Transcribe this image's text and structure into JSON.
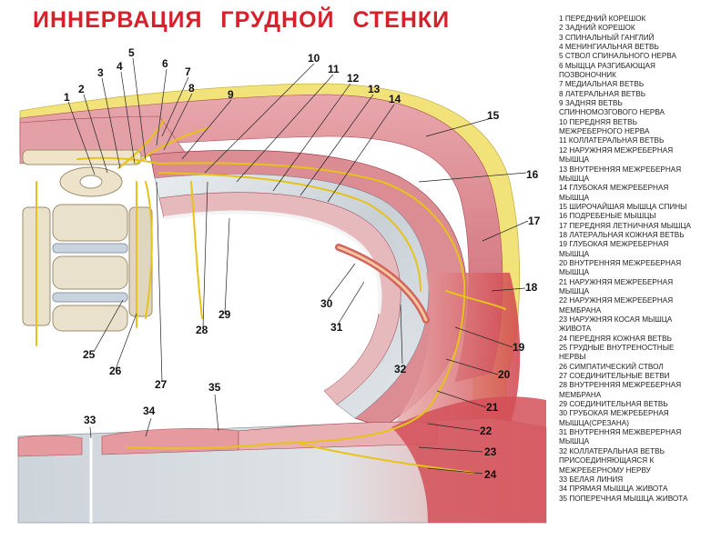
{
  "title": "ИННЕРВАЦИЯ   ГРУДНОЙ  СТЕНКИ",
  "legend": [
    "1 ПЕРЕДНИЙ КОРЕШОК",
    "2 ЗАДНИЙ КОРЕШОК",
    "3 СПИНАЛЬНЫЙ ГАНГЛИЙ",
    "4 МЕНИНГИАЛЬНАЯ ВЕТВЬ",
    "5 СТВОЛ СПИНАЛЬНОГО НЕРВА",
    "6 МЫЩЦА РАЗГИБАЮЩАЯ",
    "ПОЗВОНОЧНИК",
    "7 МЕДИАЛЬНАЯ ВЕТВЬ",
    "8 ЛАТЕРАЛЬНАЯ ВЕТВЬ",
    "9 ЗАДНЯЯ ВЕТВЬ",
    "СПИННОМОЗГОВОГО НЕРВА",
    "10 ПЕРЕДНЯЯ ВЕТВЬ",
    "МЕЖРЕБЕРНОГО НЕРВА",
    "11 КОЛЛАТЕРАЛЬНАЯ ВЕТВЬ",
    "12 НАРУЖНЯЯ МЕЖРЕБЕРНАЯ",
    "МЫШЦА",
    "13 ВНУТРЕННЯЯ МЕЖРЕБЕРНАЯ",
    "МЫШЦА",
    "14 ГЛУБОКАЯ МЕЖРЕБЕРНАЯ",
    "МЫШЦА",
    "15 ШИРОЧАЙШАЯ МЫШЦА СПИНЫ",
    "16 ПОДРЕБЕНЫЕ МЫШЦЫ",
    "17 ПЕРЕДНЯЯ ЛЕТНИЧНАЯ МЫШЦА",
    "18 ЛАТЕРАЛЬНАЯ КОЖНАЯ ВЕТВЬ",
    "19 ГЛУБОКАЯ МЕЖРЕБЕРНАЯ",
    "МЫШЦА",
    "20 ВНУТРЕННЯЯ МЕЖРЕБЕРНАЯ",
    "МЫШЦА",
    "21 НАРУЖНЯЯ МЕЖРЕБЕРНАЯ",
    "МЫШЦА",
    "22 НАРУЖНЯЯ МЕЖРЕБЕРНАЯ",
    "МЕМБРАНА",
    "23 НАРУЖНЯЯ КОСАЯ МЫШЦА",
    "ЖИВОТА",
    "24 ПЕРЕДНЯЯ КОЖНАЯ ВЕТВЬ",
    "25 ГРУДНЫЕ ВНУТРЕНОСТНЫЕ",
    "НЕРВЫ",
    "26 СИМПАТИЧЕСКИЙ СТВОЛ",
    "27 СОЕДИНИТЕЛЬНЫЕ ВЕТВИ",
    "28 ВНУТРЕННЯЯ МЕЖРЕБЕРНАЯ",
    "МЕМБРАНА",
    "29 СОЕДИНИТЕЛЬНАЯ ВЕТВЬ",
    "30 ГРУБОКАЯ МЕЖРЕБЕРНАЯ",
    "МЫШЦА(СРЕЗАНА)",
    "31 ВНУТРЕННЯЯ МЕЖВЕРЕРНАЯ",
    "МЫШЦА",
    "32 КОЛЛАТЕРАЛЬНАЯ ВЕТВЬ",
    "ПРИСОЕДИНЯЮЩАЯСЯ К",
    "МЕЖРЕБЕРНОМУ НЕРВУ",
    "33 БЕЛАЯ ЛИНИЯ",
    "34 ПРЯМАЯ МЫШЦА ЖИВОТА",
    "35 ПОПЕРЕЧНАЯ МЫШЦА ЖИВОТА"
  ],
  "callouts": [
    "1",
    "2",
    "3",
    "4",
    "5",
    "6",
    "7",
    "8",
    "9",
    "10",
    "11",
    "12",
    "13",
    "14",
    "15",
    "16",
    "17",
    "18",
    "19",
    "20",
    "21",
    "22",
    "23",
    "24",
    "25",
    "26",
    "27",
    "28",
    "29",
    "30",
    "31",
    "32",
    "33",
    "34",
    "35"
  ],
  "colors": {
    "title": "#d8202a",
    "fat": "#f2e27a",
    "muscle": "#d9848c",
    "muscle_dark": "#c0505c",
    "nerve": "#e6c21a",
    "bone": "#e9e1cc",
    "membrane": "#cfd6dc"
  }
}
